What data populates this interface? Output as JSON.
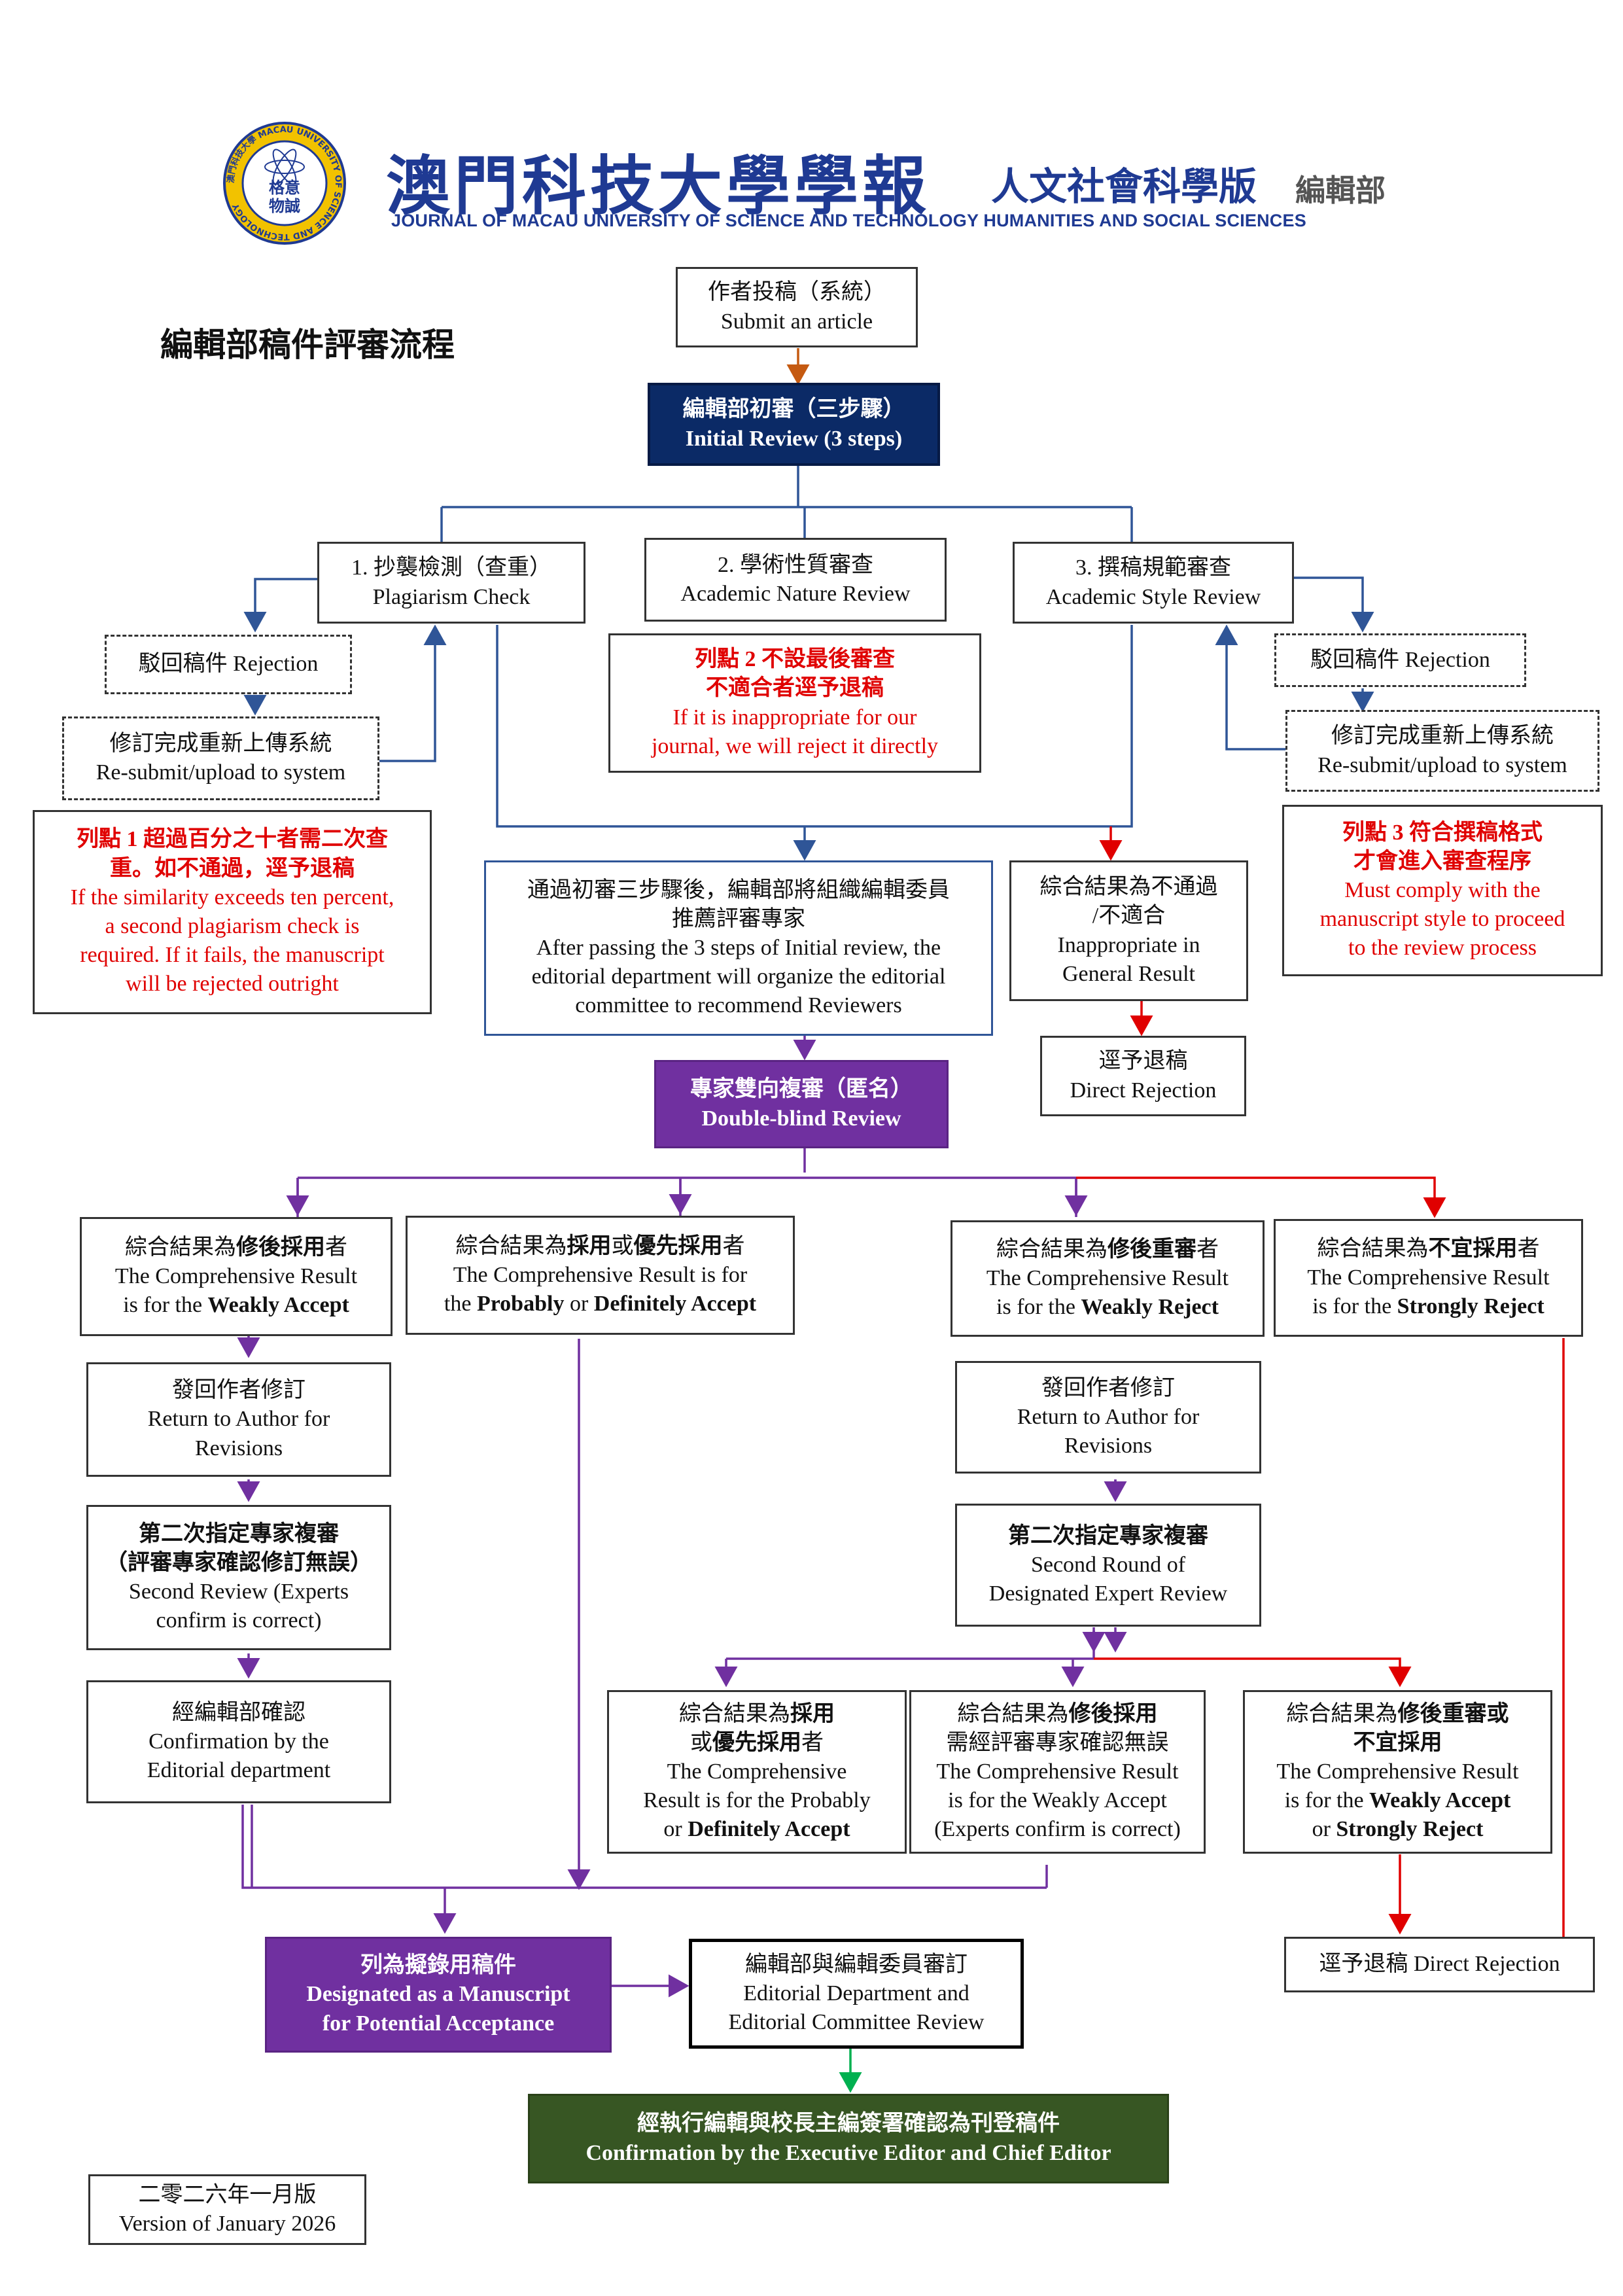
{
  "header": {
    "logo_text": [
      "格意",
      "物誠"
    ],
    "logo_ring_text": "澳門科技大學 MACAU UNIVERSITY OF SCIENCE AND TECHNOLOGY",
    "title_zh": "澳門科技大學學報",
    "subtitle_zh": "人文社會科學版",
    "dept_zh": "編輯部",
    "title_en": "JOURNAL OF MACAU UNIVERSITY OF SCIENCE AND TECHNOLOGY HUMANITIES AND SOCIAL SCIENCES",
    "page_title": "編輯部稿件評審流程"
  },
  "colors": {
    "navy": "#0b2a66",
    "purple": "#7030a0",
    "green": "#375623",
    "red": "#e00000",
    "blue": "#2f5597",
    "orange": "#c55a11"
  },
  "nodes": {
    "submit": [
      "作者投稿（系統）",
      "Submit an article"
    ],
    "initial": [
      "編輯部初審（三步驟）",
      "Initial Review (3 steps)"
    ],
    "step1": [
      "1.  抄襲檢測（查重）",
      "Plagiarism Check"
    ],
    "step2": [
      "2.  學術性質審查",
      "Academic Nature Review"
    ],
    "step3": [
      "3.  撰稿規範審查",
      "Academic Style Review"
    ],
    "reject_left": "駁回稿件 Rejection",
    "resubmit_left": [
      "修訂完成重新上傳系統",
      "Re-submit/upload to system"
    ],
    "reject_right": "駁回稿件 Rejection",
    "resubmit_right": [
      "修訂完成重新上傳系統",
      "Re-submit/upload to system"
    ],
    "note2": [
      "列點 2 不設最後審查",
      "不適合者逕予退稿",
      "If it is inappropriate for our",
      "journal, we will reject it directly"
    ],
    "note1": [
      "列點 1 超過百分之十者需二次查",
      "重。如不通過，逕予退稿",
      "If the similarity exceeds ten percent,",
      "a second plagiarism check is",
      "required. If it fails, the manuscript",
      "will be rejected outright"
    ],
    "note3": [
      "列點 3 符合撰稿格式",
      "才會進入審查程序",
      "Must comply with the",
      "manuscript style to proceed",
      "to the review process"
    ],
    "passed": [
      "通過初審三步驟後，編輯部將組織編輯委員",
      "推薦評審專家",
      "After passing the 3 steps of Initial review, the",
      "editorial department will organize the editorial",
      "committee to recommend Reviewers"
    ],
    "inappropriate": [
      "綜合結果為不通過",
      "/不適合",
      "Inappropriate in",
      "General Result"
    ],
    "direct_reject_top": [
      "逕予退稿",
      "Direct Rejection"
    ],
    "double_blind": [
      "專家雙向複審（匿名）",
      "Double-blind Review"
    ],
    "weak_accept": [
      "綜合結果為",
      "修後採用",
      "者",
      "The Comprehensive Result",
      "is for the ",
      "Weakly Accept"
    ],
    "probably_accept": [
      "綜合結果為",
      "採用",
      "或",
      "優先採用",
      "者",
      "The Comprehensive Result is for",
      "the ",
      "Probably",
      " or ",
      "Definitely Accept"
    ],
    "weak_reject": [
      "綜合結果為",
      "修後重審",
      "者",
      "The Comprehensive Result",
      "is for the ",
      "Weakly Reject"
    ],
    "strong_reject": [
      "綜合結果為",
      "不宜採用",
      "者",
      "The Comprehensive Result",
      "is for the ",
      "Strongly Reject"
    ],
    "return_left": [
      "發回作者修訂",
      "Return to Author for",
      "Revisions"
    ],
    "return_right": [
      "發回作者修訂",
      "Return to Author for",
      "Revisions"
    ],
    "second_left": [
      "第二次指定專家複審",
      "（評審專家確認修訂無誤）",
      "Second Review (Experts",
      "confirm is correct)"
    ],
    "second_right": [
      "第二次指定專家複審",
      "Second Round of",
      "Designated Expert Review"
    ],
    "confirm_editorial": [
      "經編輯部確認",
      "Confirmation by the",
      "Editorial department"
    ],
    "res_accept": [
      "綜合結果為",
      "採用",
      "或",
      "優先採用",
      "者",
      "The Comprehensive",
      "Result is for the Probably",
      "or ",
      "Definitely Accept"
    ],
    "res_weak": [
      "綜合結果為",
      "修後採用",
      "需經評審專家確認無誤",
      "The Comprehensive Result",
      "is for the Weakly Accept",
      "(Experts confirm is correct)"
    ],
    "res_reject": [
      "綜合結果為",
      "修後重審或",
      "不宜採用",
      "The Comprehensive Result",
      "is for the ",
      "Weakly Accept",
      "or ",
      "Strongly Reject"
    ],
    "designated": [
      "列為擬錄用稿件",
      "Designated as a Manuscript",
      "for Potential Acceptance"
    ],
    "editorial_committee": [
      "編輯部與編輯委員審訂",
      "Editorial Department and",
      "Editorial Committee Review"
    ],
    "direct_reject_bottom": "逕予退稿 Direct Rejection",
    "final": [
      "經執行編輯與校長主編簽署確認為刊登稿件",
      "Confirmation by the Executive Editor and Chief Editor"
    ]
  },
  "version": [
    "二零二六年一月版",
    "Version of January 2026"
  ]
}
